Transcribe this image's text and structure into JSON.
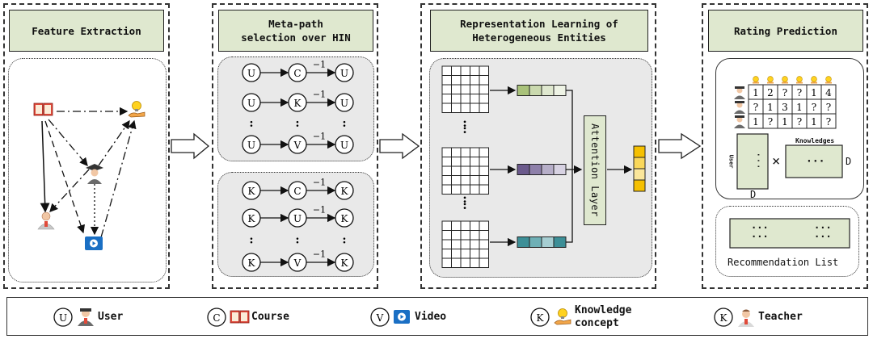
{
  "panels": {
    "feature": {
      "title": "Feature Extraction"
    },
    "metapath": {
      "title": "Meta-path\nselection over HIN"
    },
    "representation": {
      "title": "Representation Learning of\nHeterogeneous Entities",
      "attention_label": "Attention Layer"
    },
    "rating": {
      "title": "Rating Prediction",
      "knowledge_label": "Knowledges",
      "user_label": "User",
      "dim_label_right": "D",
      "dim_label_bottom": "D",
      "times_sign": "×",
      "ellipsis": "···",
      "recommendation_label": "Recommendation List"
    }
  },
  "metapaths": {
    "user_rows": [
      {
        "start": "U",
        "mid": "C",
        "end": "U",
        "sup": "−1"
      },
      {
        "start": "U",
        "mid": "K",
        "end": "U",
        "sup": "−1"
      },
      {
        "start": "U",
        "mid": "V",
        "end": "U",
        "sup": "−1"
      }
    ],
    "knowledge_rows": [
      {
        "start": "K",
        "mid": "C",
        "end": "K",
        "sup": "−1"
      },
      {
        "start": "K",
        "mid": "U",
        "end": "K",
        "sup": "−1"
      },
      {
        "start": "K",
        "mid": "V",
        "end": "K",
        "sup": "−1"
      }
    ],
    "dots": ":"
  },
  "rating_matrix": [
    [
      "1",
      "2",
      "?",
      "?",
      "1",
      "4"
    ],
    [
      "?",
      "1",
      "3",
      "1",
      "?",
      "?"
    ],
    [
      "1",
      "?",
      "1",
      "?",
      "1",
      "?"
    ]
  ],
  "colors": {
    "title_bg": "#dfe8cf",
    "attention_bg": "#dfe8cf",
    "emb1": [
      "#a9c27a",
      "#cad9ae",
      "#dfe8cf",
      "#eef3e5"
    ],
    "emb2": [
      "#6b5a8c",
      "#8e80aa",
      "#b6aec8",
      "#d7d2e2"
    ],
    "emb3": [
      "#3d8f97",
      "#6fb0b6",
      "#a6ced2",
      "#3d8f97"
    ],
    "output": [
      "#f5c000",
      "#f9d75a",
      "#fbe69a",
      "#f5c000"
    ]
  },
  "legend": [
    {
      "letter": "U",
      "icon": "user-icon",
      "text": "User"
    },
    {
      "letter": "C",
      "icon": "course-icon",
      "text": "Course"
    },
    {
      "letter": "V",
      "icon": "video-icon",
      "text": "Video"
    },
    {
      "letter": "K",
      "icon": "knowledge-concept-icon",
      "text": "Knowledge\nconcept"
    },
    {
      "letter": "K",
      "icon": "teacher-icon",
      "text": "Teacher"
    }
  ]
}
